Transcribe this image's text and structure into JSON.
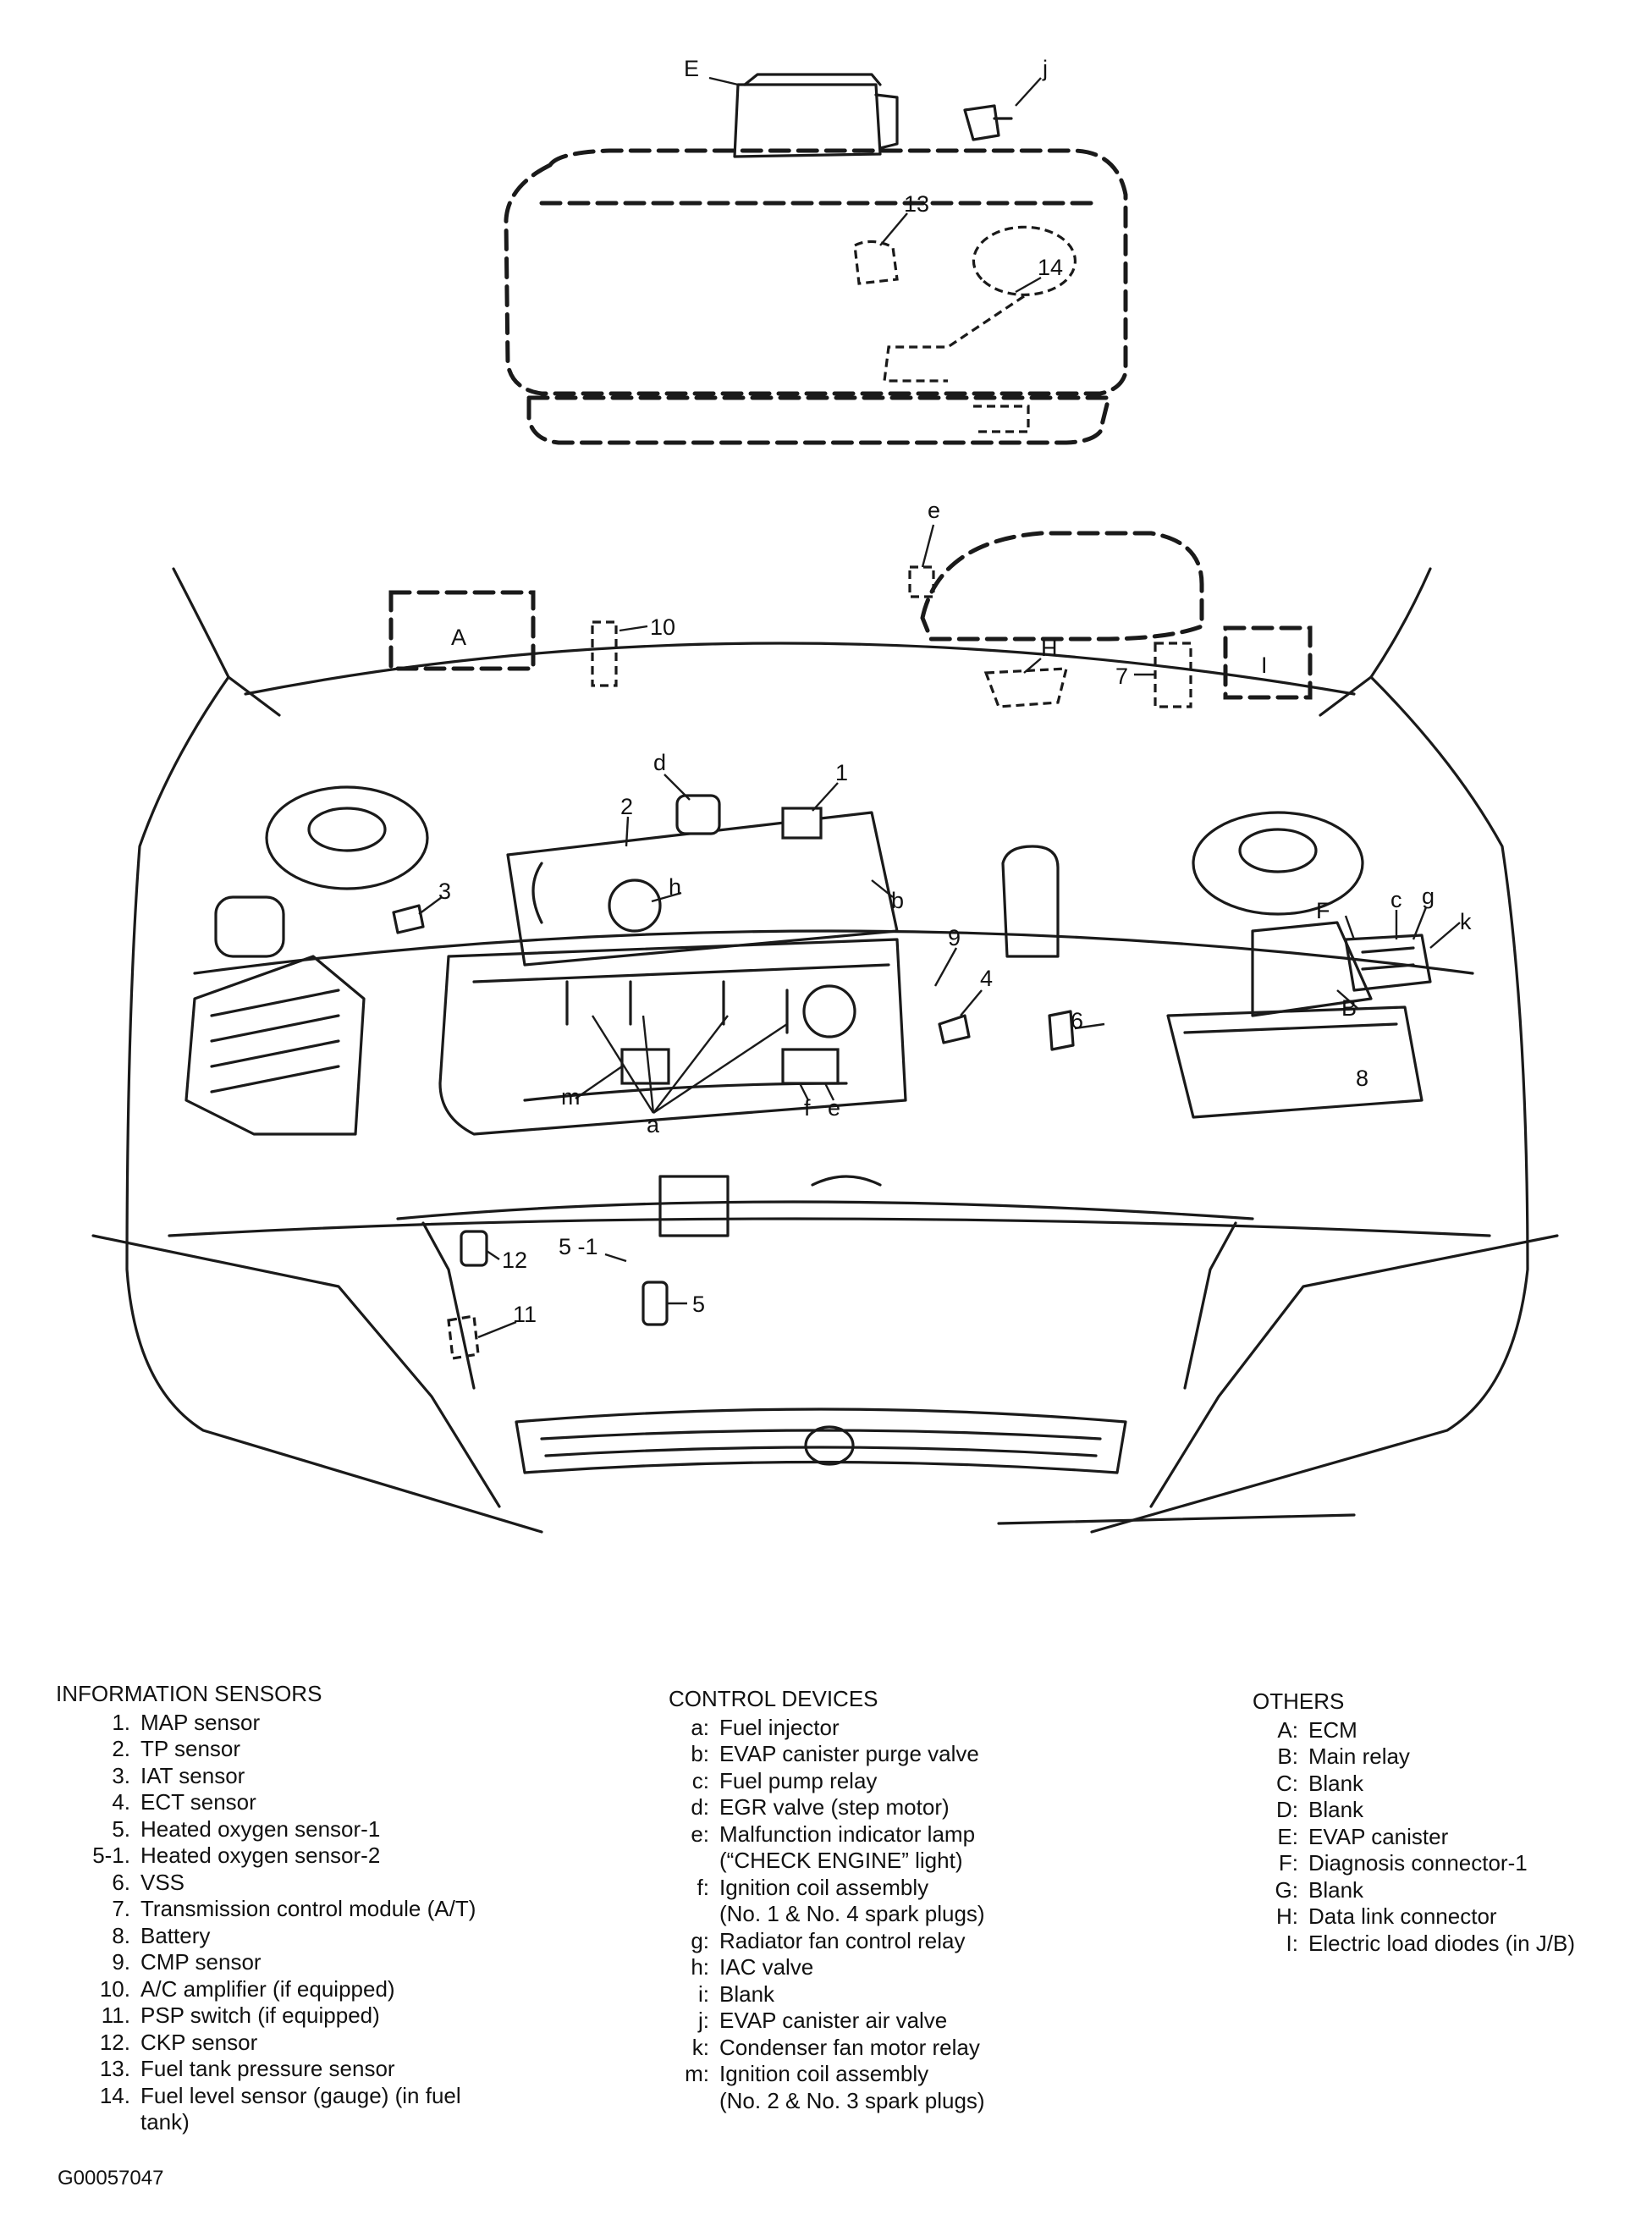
{
  "callouts": {
    "E": "E",
    "j": "j",
    "n13": "13",
    "n14": "14",
    "e": "e",
    "A": "A",
    "n10": "10",
    "H": "H",
    "n7": "7",
    "I": "I",
    "d": "d",
    "n1": "1",
    "n2": "2",
    "n3": "3",
    "h": "h",
    "b": "b",
    "n9": "9",
    "n4": "4",
    "F": "F",
    "c": "c",
    "g": "g",
    "k": "k",
    "n6": "6",
    "B": "B",
    "n8": "8",
    "m": "m",
    "a": "a",
    "f": "f",
    "e2": "e",
    "n12": "12",
    "n5_1": "5 -1",
    "n11": "11",
    "n5": "5"
  },
  "legend": {
    "sensors": {
      "heading": "INFORMATION SENSORS",
      "items": [
        {
          "key": "1.",
          "text": "MAP sensor"
        },
        {
          "key": "2.",
          "text": "TP sensor"
        },
        {
          "key": "3.",
          "text": "IAT sensor"
        },
        {
          "key": "4.",
          "text": "ECT sensor"
        },
        {
          "key": "5.",
          "text": "Heated oxygen sensor-1"
        },
        {
          "key": "5-1.",
          "text": "Heated oxygen sensor-2"
        },
        {
          "key": "6.",
          "text": "VSS"
        },
        {
          "key": "7.",
          "text": "Transmission control module (A/T)"
        },
        {
          "key": "8.",
          "text": "Battery"
        },
        {
          "key": "9.",
          "text": "CMP sensor"
        },
        {
          "key": "10.",
          "text": "A/C amplifier (if equipped)"
        },
        {
          "key": "11.",
          "text": "PSP switch (if equipped)"
        },
        {
          "key": "12.",
          "text": "CKP sensor"
        },
        {
          "key": "13.",
          "text": "Fuel tank pressure sensor"
        },
        {
          "key": "14.",
          "text": "Fuel level sensor (gauge) (in fuel\ntank)"
        }
      ]
    },
    "control": {
      "heading": "CONTROL DEVICES",
      "items": [
        {
          "key": "a:",
          "text": "Fuel injector"
        },
        {
          "key": "b:",
          "text": "EVAP canister purge valve"
        },
        {
          "key": "c:",
          "text": "Fuel pump relay"
        },
        {
          "key": "d:",
          "text": "EGR valve (step motor)"
        },
        {
          "key": "e:",
          "text": "Malfunction indicator lamp\n(“CHECK ENGINE” light)"
        },
        {
          "key": "f:",
          "text": "Ignition coil assembly\n(No. 1 & No. 4 spark plugs)"
        },
        {
          "key": "g:",
          "text": "Radiator fan control relay"
        },
        {
          "key": "h:",
          "text": "IAC valve"
        },
        {
          "key": "i:",
          "text": "Blank"
        },
        {
          "key": "j:",
          "text": "EVAP canister air valve"
        },
        {
          "key": "k:",
          "text": "Condenser fan motor relay"
        },
        {
          "key": "m:",
          "text": "Ignition coil assembly\n(No. 2 & No. 3 spark plugs)"
        }
      ]
    },
    "others": {
      "heading": "OTHERS",
      "items": [
        {
          "key": "A:",
          "text": "ECM"
        },
        {
          "key": "B:",
          "text": "Main relay"
        },
        {
          "key": "C:",
          "text": "Blank"
        },
        {
          "key": "D:",
          "text": "Blank"
        },
        {
          "key": "E:",
          "text": "EVAP canister"
        },
        {
          "key": "F:",
          "text": "Diagnosis connector-1"
        },
        {
          "key": "G:",
          "text": "Blank"
        },
        {
          "key": "H:",
          "text": "Data link connector"
        },
        {
          "key": "I:",
          "text": "Electric load diodes (in J/B)"
        }
      ]
    }
  },
  "figure_id": "G00057047"
}
